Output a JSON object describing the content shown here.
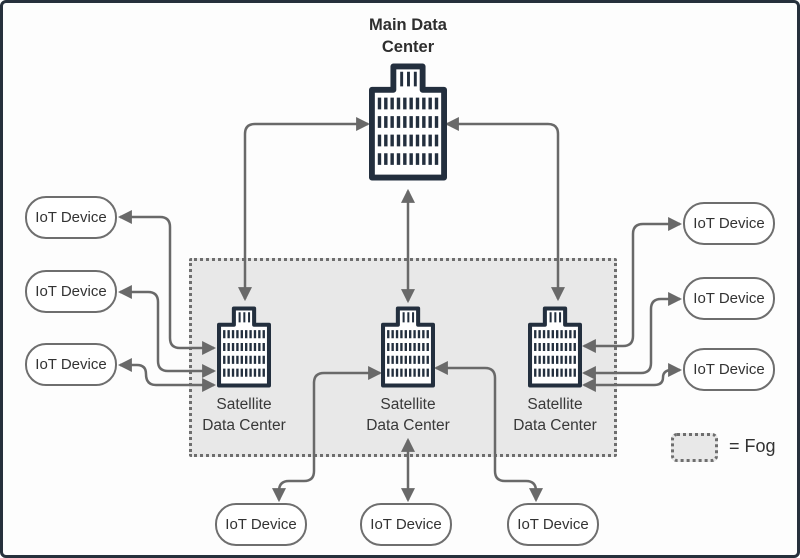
{
  "colors": {
    "frame_border": "#26303c",
    "building_outline": "#232f3e",
    "connector_gray": "#696969",
    "fog_fill": "#e8e8e8",
    "fog_border": "#6e6e6e",
    "text": "#333333"
  },
  "main_data_center": {
    "label_lines": [
      "Main Data",
      "Center"
    ]
  },
  "satellites": [
    {
      "label_lines": [
        "Satellite",
        "Data Center"
      ]
    },
    {
      "label_lines": [
        "Satellite",
        "Data Center"
      ]
    },
    {
      "label_lines": [
        "Satellite",
        "Data Center"
      ]
    }
  ],
  "iot": {
    "left": [
      "IoT Device",
      "IoT Device",
      "IoT Device"
    ],
    "right": [
      "IoT Device",
      "IoT Device",
      "IoT Device"
    ],
    "bottom": [
      "IoT Device",
      "IoT Device",
      "IoT Device"
    ]
  },
  "legend": {
    "label": "= Fog",
    "swatch_meaning": "fog-region"
  }
}
